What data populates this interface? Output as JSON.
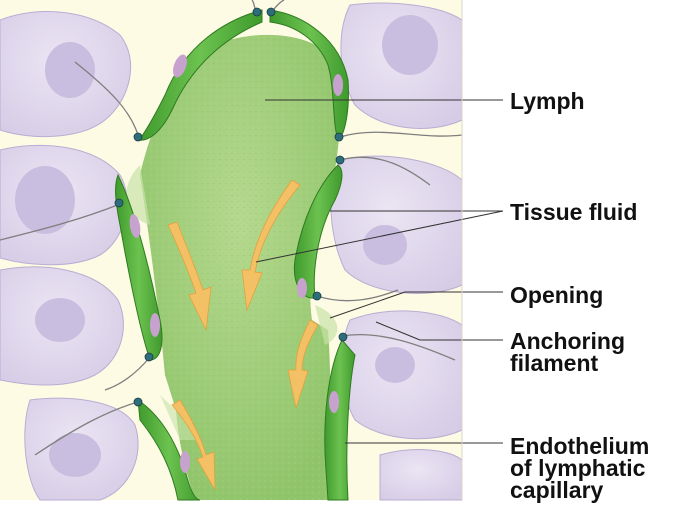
{
  "labels": {
    "lymph": "Lymph",
    "tissue_fluid": "Tissue fluid",
    "opening": "Opening",
    "anchoring_line1": "Anchoring",
    "anchoring_line2": "filament",
    "endothelium_line1": "Endothelium",
    "endothelium_line2": "of lymphatic",
    "endothelium_line3": "capillary"
  },
  "colors": {
    "background": "#fdfbe4",
    "tissue_cell": "#e3dcee",
    "cell_nucleus": "#c9bedf",
    "lymph_fill": "#9dcd74",
    "endothelial_cell": "#56b13c",
    "endothelial_nucleus": "#c8a2cf",
    "flow_arrow": "#f4c065",
    "anchoring_filament": "#7f7f7f",
    "label_text": "#111111"
  },
  "icons": [
    "flow-arrow",
    "junction-knob",
    "anchoring-filament"
  ]
}
